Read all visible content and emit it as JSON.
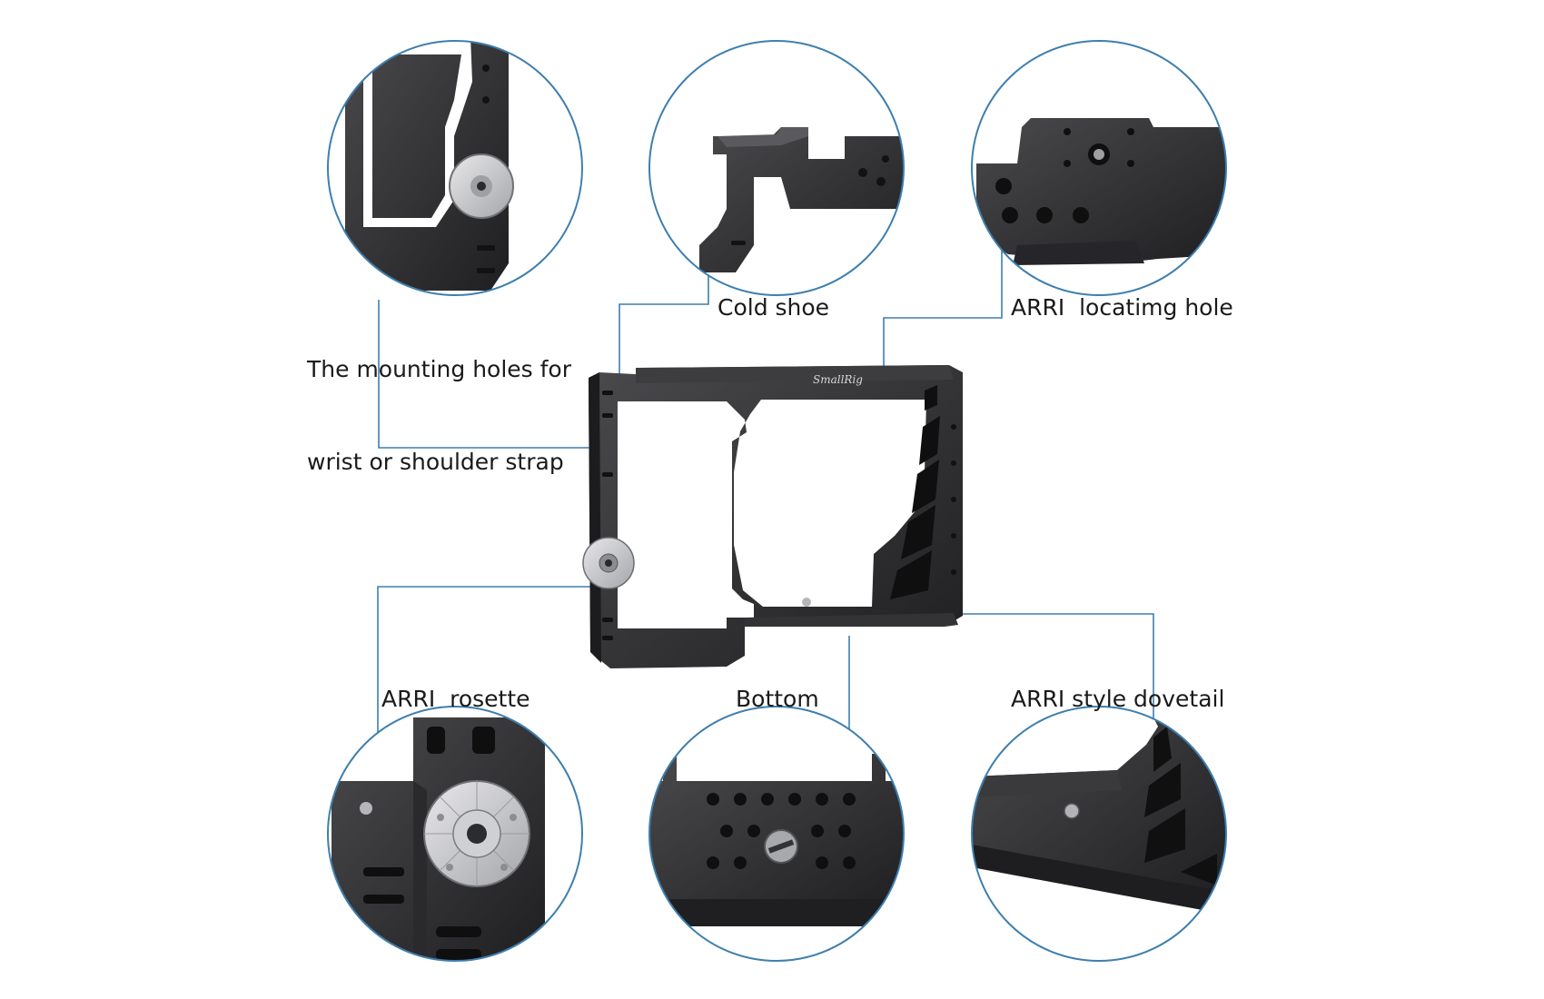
{
  "callouts": {
    "mounting_holes": {
      "line1": "The mounting holes for",
      "line2": "wrist or shoulder strap"
    },
    "cold_shoe": "Cold shoe",
    "arri_locating_hole": "ARRI  locatimg hole",
    "arri_rosette": "ARRI  rosette",
    "bottom": "Bottom",
    "arri_dovetail": "ARRI style dovetail"
  },
  "product": {
    "brand_mark": "SmallRig"
  },
  "colors": {
    "callout_line": "#3e7fae",
    "circle_stroke": "#3e7fae",
    "metal_dark": "#2b2b2d",
    "metal_mid": "#454548",
    "rosette_silver": "#c9cacd",
    "background": "#ffffff"
  }
}
